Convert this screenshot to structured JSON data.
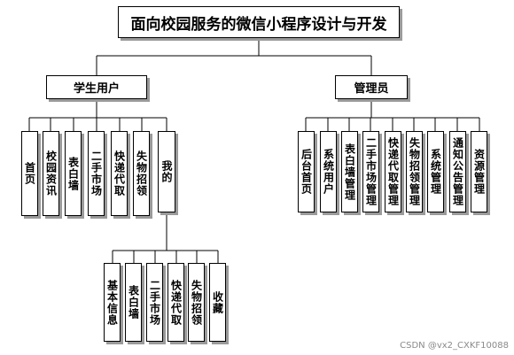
{
  "title": "面向校园服务的微信小程序设计与开发",
  "student": {
    "label": "学生用户",
    "modules": [
      "首页",
      "校园资讯",
      "表白墙",
      "二手市场",
      "快递代取",
      "失物招领",
      "我的"
    ],
    "mine_modules": [
      "基本信息",
      "表白墙",
      "二手市场",
      "快递代取",
      "失物招领",
      "收藏"
    ]
  },
  "admin": {
    "label": "管理员",
    "modules": [
      "后台首页",
      "系统用户",
      "表白墙管理",
      "二手市场管理",
      "快递代取管理",
      "失物招领管理",
      "系统管理",
      "通知公告管理",
      "资源管理"
    ]
  },
  "watermark": "CSDN @vx2_CXKF10088"
}
